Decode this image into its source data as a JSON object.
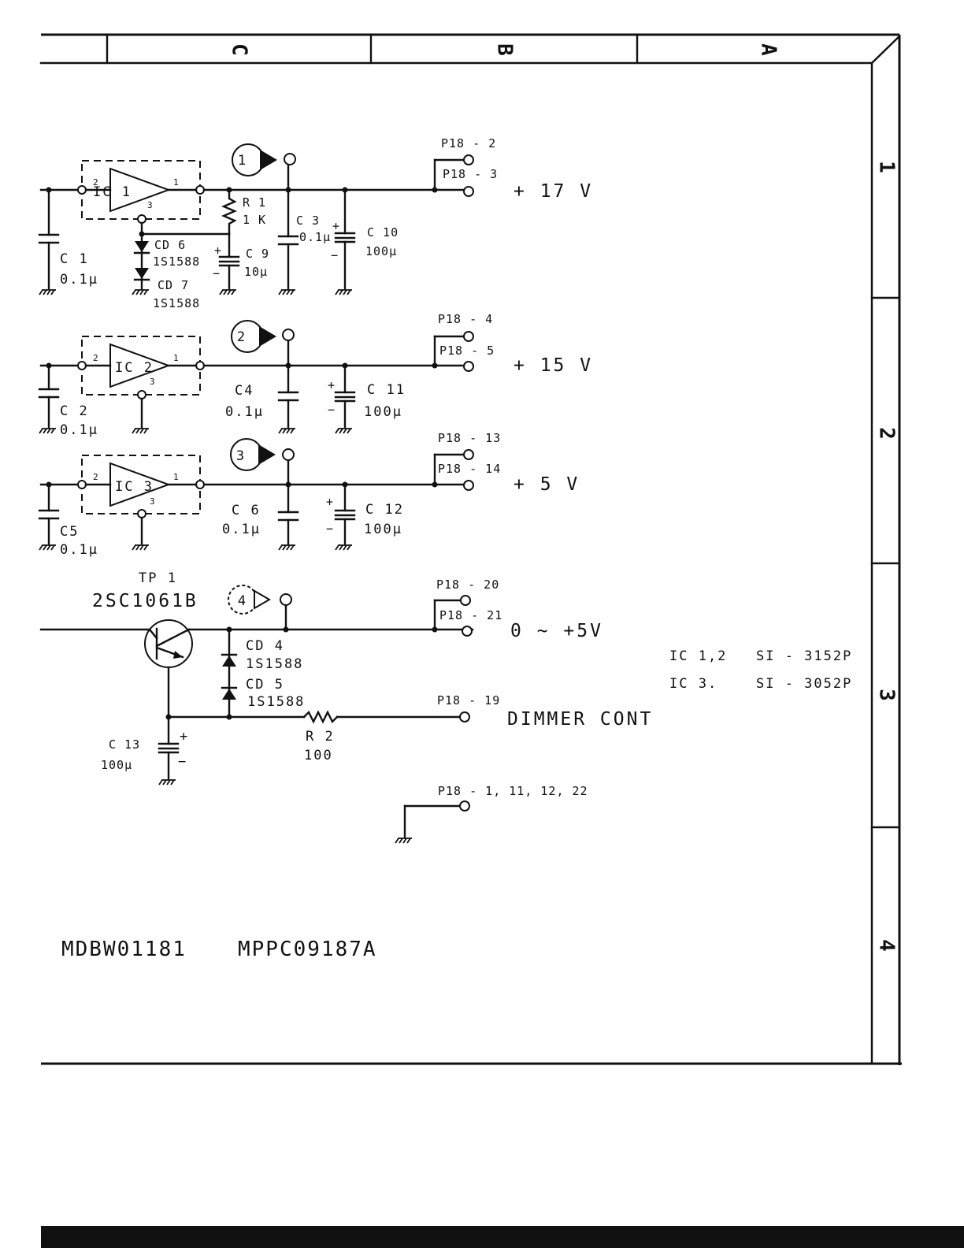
{
  "border": {
    "columns": [
      "C",
      "B",
      "A"
    ],
    "rows": [
      "1",
      "2",
      "3",
      "4"
    ]
  },
  "regulators": [
    {
      "name": "IC 1",
      "pin_in": "2",
      "pin_out": "1",
      "pin_gnd": "3"
    },
    {
      "name": "IC 2",
      "pin_in": "2",
      "pin_out": "1",
      "pin_gnd": "3"
    },
    {
      "name": "IC 3",
      "pin_in": "2",
      "pin_out": "1",
      "pin_gnd": "3"
    }
  ],
  "test_points": [
    "1",
    "2",
    "3",
    "4"
  ],
  "components": {
    "R1": {
      "ref": "R 1",
      "value": "1 K"
    },
    "R2": {
      "ref": "R 2",
      "value": "100"
    },
    "C1": {
      "ref": "C 1",
      "value": "0.1μ"
    },
    "C2": {
      "ref": "C 2",
      "value": "0.1μ"
    },
    "C3": {
      "ref": "C 3",
      "value": "0.1μ"
    },
    "C4": {
      "ref": "C4",
      "value": "0.1μ"
    },
    "C5": {
      "ref": "C5",
      "value": "0.1μ"
    },
    "C6": {
      "ref": "C 6",
      "value": "0.1μ"
    },
    "C9": {
      "ref": "C 9",
      "value": "10μ"
    },
    "C10": {
      "ref": "C 10",
      "value": "100μ"
    },
    "C11": {
      "ref": "C 11",
      "value": "100μ"
    },
    "C12": {
      "ref": "C 12",
      "value": "100μ"
    },
    "C13": {
      "ref": "C 13",
      "value": "100μ"
    },
    "CD4": {
      "ref": "CD 4",
      "value": "1S1588"
    },
    "CD5": {
      "ref": "CD 5",
      "value": "1S1588"
    },
    "CD6": {
      "ref": "CD 6",
      "value": "1S1588"
    },
    "CD7": {
      "ref": "CD 7",
      "value": "1S1588"
    },
    "TP1": {
      "ref": "TP 1",
      "value": "2SC1061B"
    }
  },
  "polarity": {
    "plus": "+",
    "minus": "−"
  },
  "connectors": [
    {
      "top": "P18 - 2",
      "bottom": "P18 - 3",
      "label": "+ 17 V"
    },
    {
      "top": "P18 - 4",
      "bottom": "P18 - 5",
      "label": "+ 15 V"
    },
    {
      "top": "P18 - 13",
      "bottom": "P18 - 14",
      "label": "+  5  V"
    },
    {
      "top": "P18 - 20",
      "bottom": "P18 - 21",
      "label": "0 ~ +5V"
    }
  ],
  "dimmer": {
    "pin": "P18 - 19",
    "label": "DIMMER CONT"
  },
  "ground_pin": "P18 - 1, 11, 12, 22",
  "ic_table": [
    {
      "ics": "IC 1,2",
      "part": "SI - 3152P"
    },
    {
      "ics": "IC 3.",
      "part": "SI - 3052P"
    }
  ],
  "model_codes": [
    "MDBW01181",
    "MPPC09187A"
  ]
}
